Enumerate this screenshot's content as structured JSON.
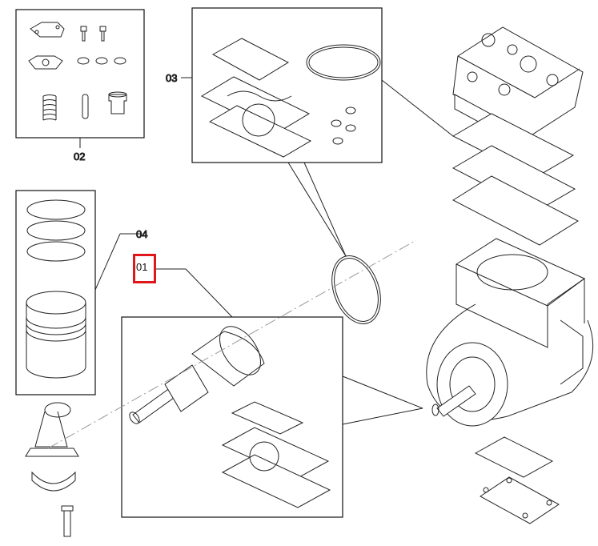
{
  "callouts": {
    "c01": "01",
    "c02": "02",
    "c03": "03",
    "c04": "04"
  },
  "highlight": {
    "label": "01",
    "color": "#e0161b"
  }
}
